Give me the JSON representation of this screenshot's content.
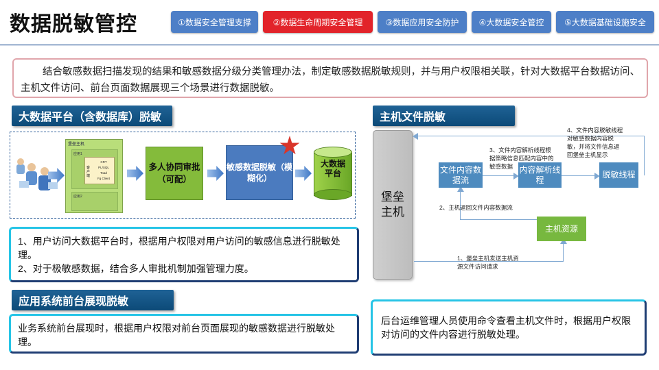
{
  "header": {
    "title": "数据脱敏管控",
    "tabs": [
      {
        "label": "①数据安全管理支撑",
        "active": false
      },
      {
        "label": "②数据生命周期安全管理",
        "active": true
      },
      {
        "label": "③数据应用安全防护",
        "active": false
      },
      {
        "label": "④大数据安全管控",
        "active": false
      },
      {
        "label": "⑤大数据基础设施安全",
        "active": false
      }
    ]
  },
  "intro": "结合敏感数据扫描发现的结果和敏感数据分级分类管理办法，制定敏感数据脱敏规则，并与用户权限相关联，针对大数据平台数据访问、主机文件访问、前台页面数据展现三个场景进行数据脱敏。",
  "bigdata": {
    "header": "大数据平台（含数据库）脱敏",
    "diagram": {
      "bastion_label": "堡垒主机",
      "app1_label": "应用1",
      "app2_label": "应用2",
      "client_label": "客户端",
      "client_items": [
        "CRT",
        "PL/SQL",
        "Toad",
        "Fg Client"
      ],
      "approval": "多人协同审批（可配）",
      "masking": "敏感数据脱敏（模糊化）",
      "platform": "大数据平台"
    },
    "notes": [
      "1、用户访问大数据平台时，根据用户权限对用户访问的敏感信息进行脱敏处理。",
      "2、对于极敏感数据，结合多人审批机制加强管理力度。"
    ]
  },
  "frontend": {
    "header": "应用系统前台展现脱敏",
    "note": "业务系统前台展现时，根据用户权限对前台页面展现的敏感数据进行脱敏处理。"
  },
  "hostfile": {
    "header": "主机文件脱敏",
    "host": "堡垒主机",
    "nodes": {
      "content_stream": "文件内容数据流",
      "parse_thread": "内容解析线程",
      "mask_thread": "脱敏线程",
      "host_resource": "主机资源"
    },
    "steps": [
      "1、堡垒主机发送主机资源文件访问请求",
      "2、主机返回文件内容数据流",
      "3、文件内容解析线程根据策略信息匹配内容中的敏感数据",
      "4、文件内容脱敏线程对敏感数据内容脱敏，并将文件信息返回堡垒主机显示"
    ],
    "note": "后台运维管理人员使用命令查看主机文件时，根据用户权限对访问的文件内容进行脱敏处理。"
  },
  "colors": {
    "tab_blue": "#4d7fc7",
    "tab_active": "#e2232a",
    "section_header": "#0f4f80",
    "approval_green": "#84bb3b",
    "mask_blue": "#4b7bbf",
    "node_blue": "#4e8bbf",
    "node_green": "#77b83f",
    "cyan_border": "#26c4e6",
    "navy_border": "#1f3d73"
  }
}
